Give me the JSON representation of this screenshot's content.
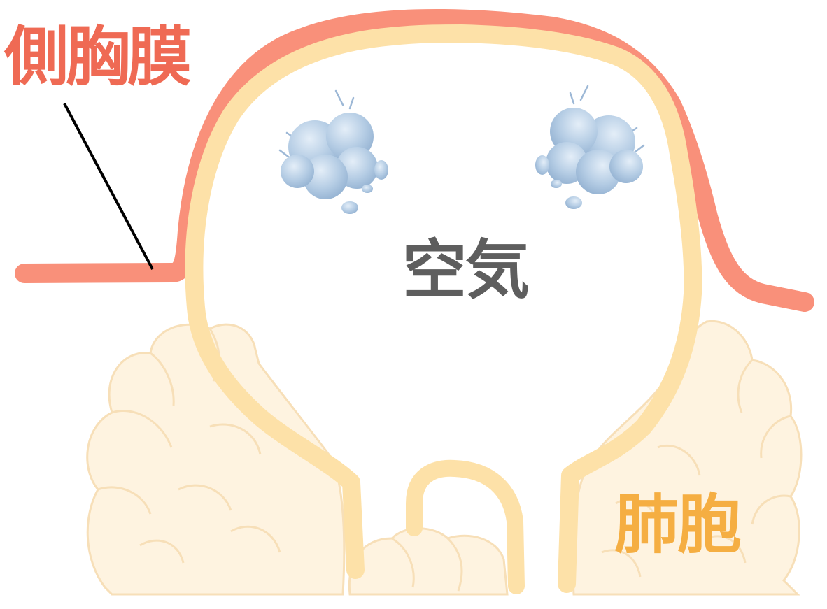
{
  "labels": {
    "pleura": "側胸膜",
    "air": "空気",
    "alveoli": "肺胞"
  },
  "colors": {
    "pleura": "#F9907A",
    "pleura_text": "#EF6A54",
    "alveolar_wall": "#FDE1A8",
    "alveoli_fill": "#FEF3E0",
    "alveoli_outline": "#F7DFB8",
    "alveoli_text": "#F5AE42",
    "air_text": "#5E5E5E",
    "air_puff": "#B4CCE4",
    "leader_line": "#000000"
  },
  "icons": [
    "air-puff-icon",
    "air-puff-icon"
  ]
}
